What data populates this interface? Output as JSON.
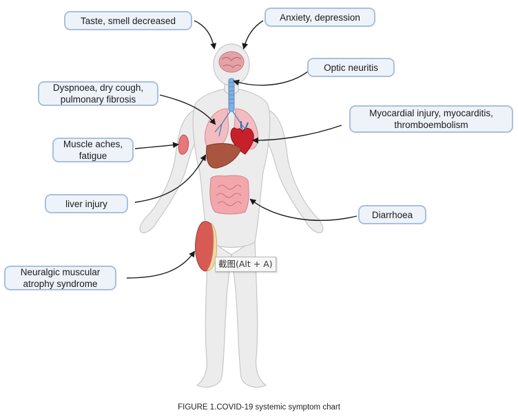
{
  "labels": {
    "taste_smell": "Taste, smell decreased",
    "anxiety": "Anxiety, depression",
    "optic": "Optic neuritis",
    "dyspnoea": "Dyspnoea, dry cough,\npulmonary fibrosis",
    "myocardial": "Myocardial injury, myocarditis,\nthromboembolism",
    "muscle": "Muscle aches,\nfatigue",
    "liver": "liver injury",
    "diarrhoea": "Diarrhoea",
    "neuralgic": "Neuralgic muscular\natrophy syndrome"
  },
  "tooltip": "截图(Alt + A)",
  "caption": "FIGURE 1.COVID-19 systemic symptom chart",
  "colors": {
    "label_border": "#a9bfdc",
    "label_fill": "#eef3fa",
    "body": "#ececec",
    "body_outline": "#c8c8c8",
    "organ_pink": "#f2a7ad",
    "liver": "#a9553f",
    "heart": "#c8202a",
    "airway": "#6fa3d8"
  }
}
